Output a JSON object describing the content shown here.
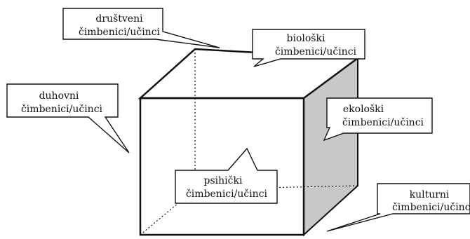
{
  "labels": {
    "drustveni": {
      "line1": "društveni",
      "line2": "čimbenici/učinci"
    },
    "bioloski": {
      "line1": "biološki",
      "line2": "čimbenici/učinci"
    },
    "duhovni": {
      "line1": "duhovni",
      "line2": "čimbenici/učinci"
    },
    "ekoloski": {
      "line1": "ekološki",
      "line2": "čimbenici/učinci"
    },
    "psihicki": {
      "line1": "psihički",
      "line2": "čimbenici/učinci"
    },
    "kulturni": {
      "line1": "kulturni",
      "line2": "čimbenici/učinci"
    }
  },
  "colors": {
    "line": "#111111",
    "right_face": "#c8c8c8",
    "callout_fill": "#ffffff"
  }
}
